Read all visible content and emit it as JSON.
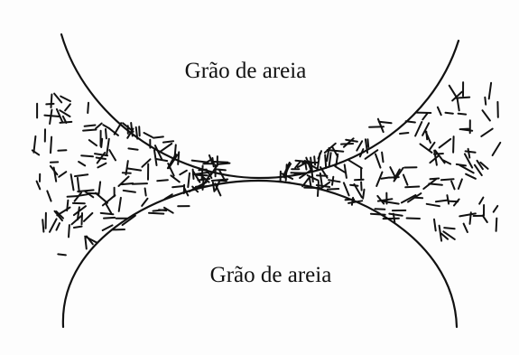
{
  "diagram": {
    "grains": [
      {
        "id": "top",
        "label": "Grão de areia"
      },
      {
        "id": "bottom",
        "label": "Grão de areia"
      }
    ],
    "colors": {
      "background": "#fdfdfd",
      "ink": "#111111"
    }
  }
}
